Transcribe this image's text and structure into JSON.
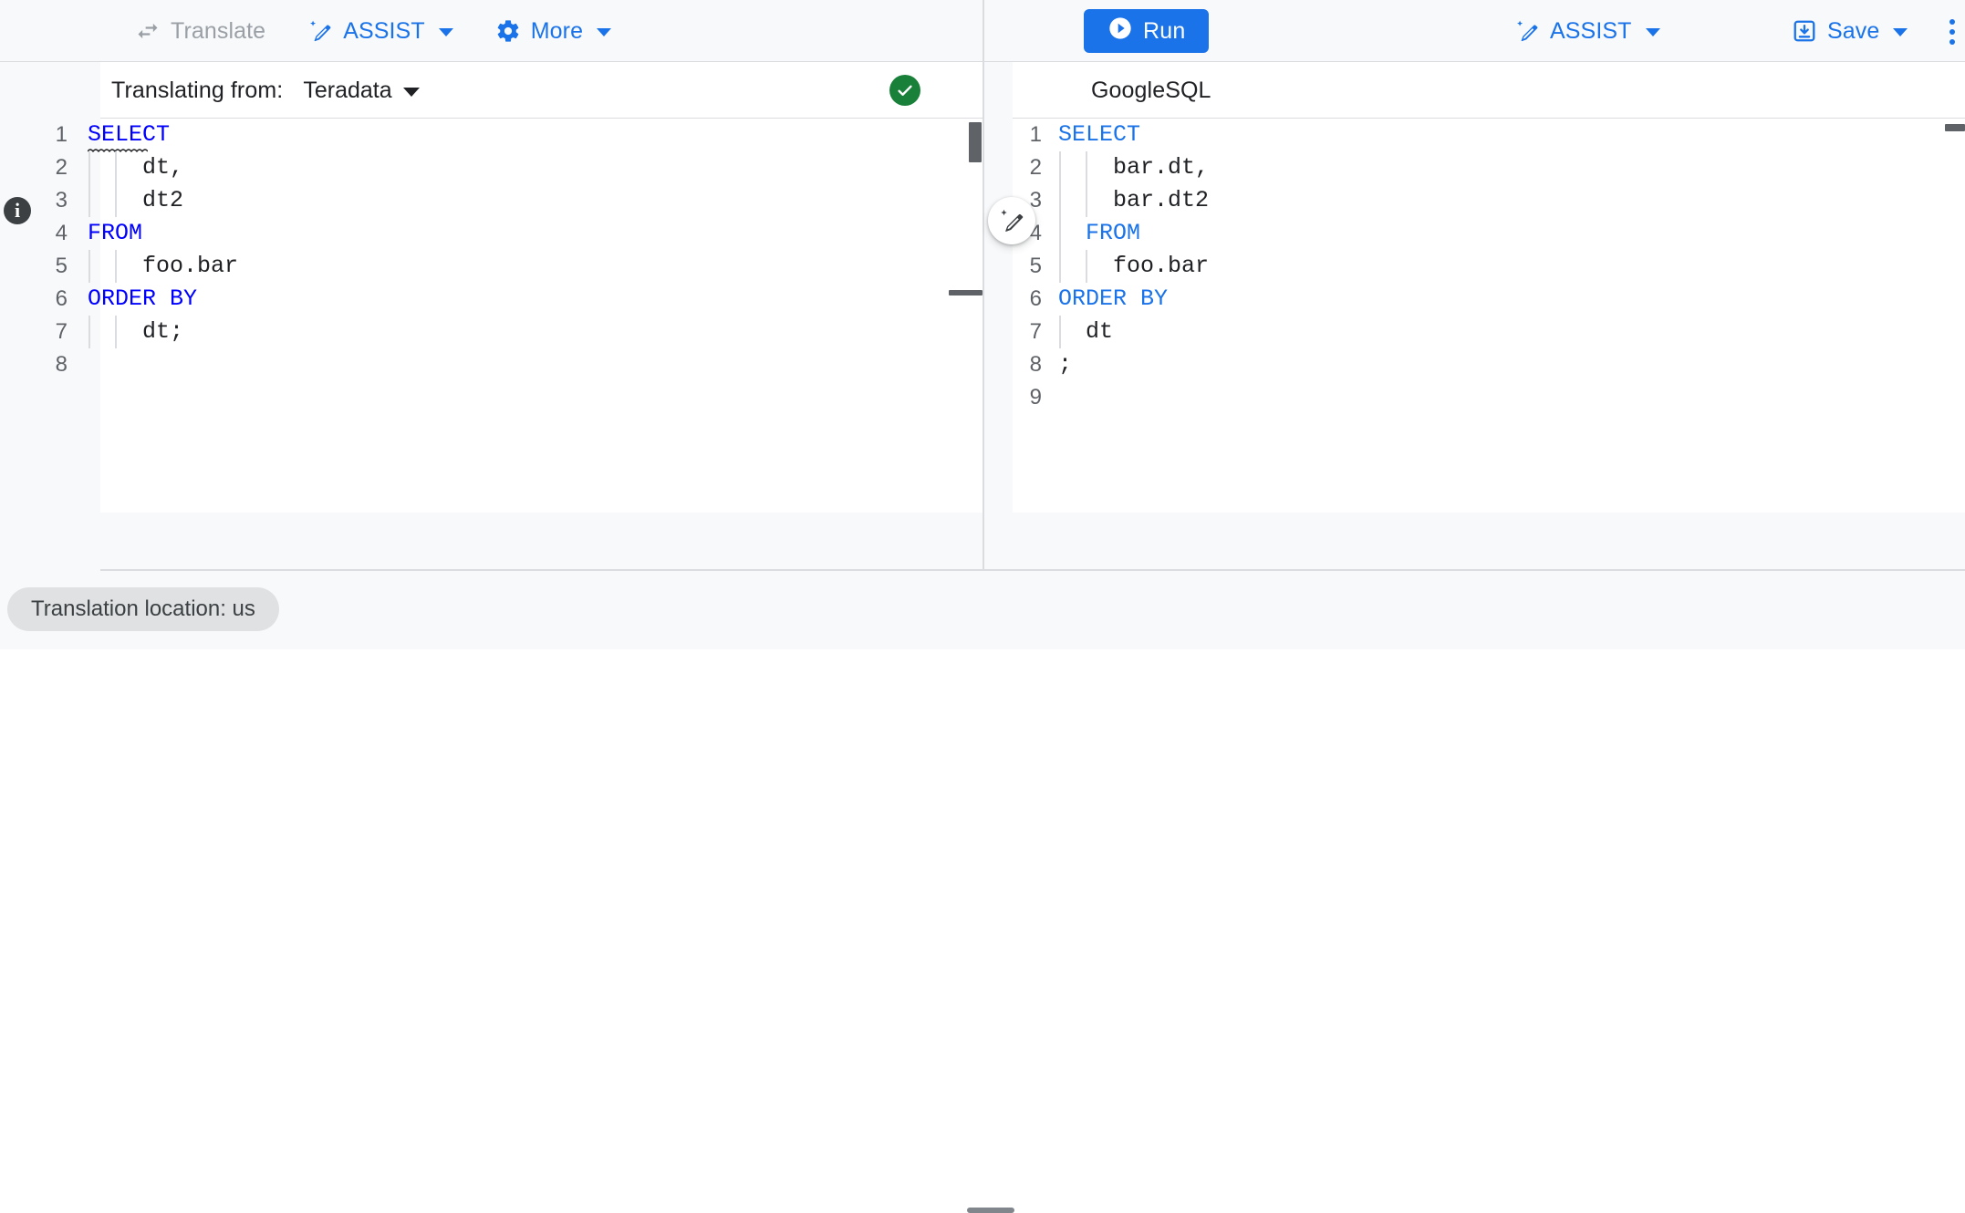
{
  "toolbar": {
    "translate_label": "Translate",
    "translate_icon": "swap-arrows-icon",
    "assist_left_label": "ASSIST",
    "more_label": "More",
    "run_label": "Run",
    "assist_right_label": "ASSIST",
    "save_label": "Save",
    "overflow_icon": "kebab-menu-icon"
  },
  "left_pane": {
    "header_label": "Translating from:",
    "dialect": "Teradata",
    "status_icon": "green-check-circle-icon",
    "info_icon": "info-icon",
    "lines": [
      {
        "n": "1",
        "kw": "SELECT",
        "rest": "",
        "indent": 0,
        "squiggle": true
      },
      {
        "n": "2",
        "kw": "",
        "rest": "    dt,",
        "indent": 2,
        "squiggle": false
      },
      {
        "n": "3",
        "kw": "",
        "rest": "    dt2",
        "indent": 2,
        "squiggle": false
      },
      {
        "n": "4",
        "kw": "FROM",
        "rest": "",
        "indent": 0,
        "squiggle": false
      },
      {
        "n": "5",
        "kw": "",
        "rest": "    foo.bar",
        "indent": 2,
        "squiggle": false
      },
      {
        "n": "6",
        "kw": "ORDER BY",
        "rest": "",
        "indent": 0,
        "squiggle": false
      },
      {
        "n": "7",
        "kw": "",
        "rest": "    dt;",
        "indent": 2,
        "squiggle": false
      },
      {
        "n": "8",
        "kw": "",
        "rest": "",
        "indent": 0,
        "squiggle": false
      }
    ]
  },
  "right_pane": {
    "dialect": "GoogleSQL",
    "assist_fab_icon": "magic-wand-icon",
    "lines": [
      {
        "n": "1",
        "kw": "SELECT",
        "rest": "",
        "indent": 0
      },
      {
        "n": "2",
        "kw": "",
        "rest": "    bar.dt,",
        "indent": 2
      },
      {
        "n": "3",
        "kw": "",
        "rest": "    bar.dt2",
        "indent": 2
      },
      {
        "n": "4",
        "kw": "FROM",
        "rest": "",
        "indent": 1,
        "kwpad": "  "
      },
      {
        "n": "5",
        "kw": "",
        "rest": "    foo.bar",
        "indent": 2
      },
      {
        "n": "6",
        "kw": "ORDER BY",
        "rest": "",
        "indent": 0
      },
      {
        "n": "7",
        "kw": "",
        "rest": "  dt",
        "indent": 1
      },
      {
        "n": "8",
        "kw": "",
        "rest": ";",
        "indent": 0
      },
      {
        "n": "9",
        "kw": "",
        "rest": "",
        "indent": 0
      }
    ]
  },
  "bottom": {
    "location_label": "Translation location: us",
    "drag_handle": "resize-handle"
  },
  "colors": {
    "accent_blue": "#1a73e8",
    "keyword_blue_left": "#0000ff",
    "keyword_blue_right": "#1a73e8",
    "success_green": "#188038",
    "disabled_grey": "#9aa0a6",
    "surface_grey": "#f8f9fa",
    "border_grey": "#dadce0",
    "pill_grey": "#dfe1e3",
    "text_primary": "#202124"
  }
}
